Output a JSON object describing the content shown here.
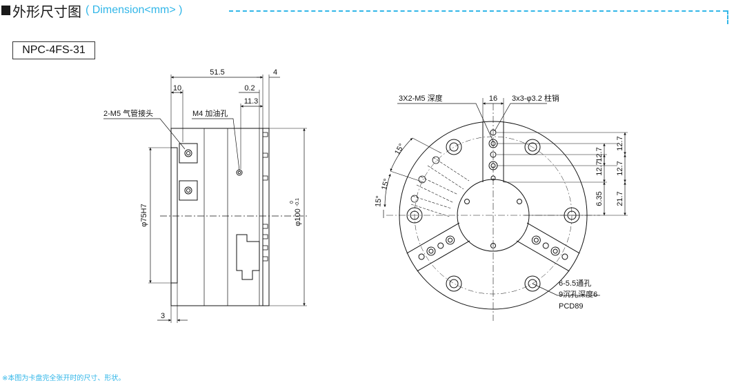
{
  "header": {
    "title": "外形尺寸图",
    "subtitle": "( Dimension<mm> )"
  },
  "model": "NPC-4FS-31",
  "side_view": {
    "dim_total_width": "51.5",
    "dim_right_flange": "4",
    "dim_port_offset": "10",
    "dim_gap": "0.2",
    "dim_oil_offset": "11.3",
    "label_air_port": "2-M5 气管接头",
    "label_oil_hole": "M4 加油孔",
    "dim_pilot": "φ75H7",
    "dim_body": "φ100",
    "dim_body_tol_top": "0",
    "dim_body_tol_bot": "-0.1",
    "dim_pilot_depth": "3"
  },
  "front_view": {
    "label_holes": "3X2-M5 深度",
    "dim_slot_width": "16",
    "label_pins": "3x3-φ3.2 柱销",
    "dim_right_1": "12.7",
    "dim_right_2": "12.7",
    "dim_right_3": "21.7",
    "dim_inner_1": "12.7",
    "dim_inner_2": "12.7",
    "dim_inner_3": "6.35",
    "angle_1": "15°",
    "angle_2": "15°",
    "angle_3": "15°",
    "label_mount_1": "6-5.5通孔",
    "label_mount_2": "9沉孔深度6",
    "label_pcd": "PCD89"
  },
  "footnote": "※本图为卡盘完全张开时的尺寸、形状。"
}
